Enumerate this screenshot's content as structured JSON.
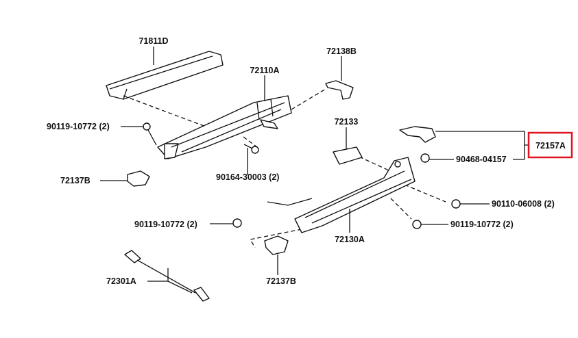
{
  "diagram": {
    "labels": {
      "rail_cover": "71811D",
      "upper_track_assy": "72110A",
      "cover_72138b": "72138B",
      "bolt_upper_left": "90119-10772 (2)",
      "bracket_72133": "72133",
      "highlighted_part": "72157A",
      "clip": "90468-04157",
      "cover_left": "72137B",
      "screw_center": "90164-30003 (2)",
      "bolt_right_upper": "90110-06008 (2)",
      "bolt_lower_left": "90119-10772 (2)",
      "bolt_right_lower": "90119-10772 (2)",
      "lower_track_assy": "72130A",
      "cover_bottom": "72137B",
      "cable": "72301A"
    },
    "highlight_color": "#e0141e"
  }
}
